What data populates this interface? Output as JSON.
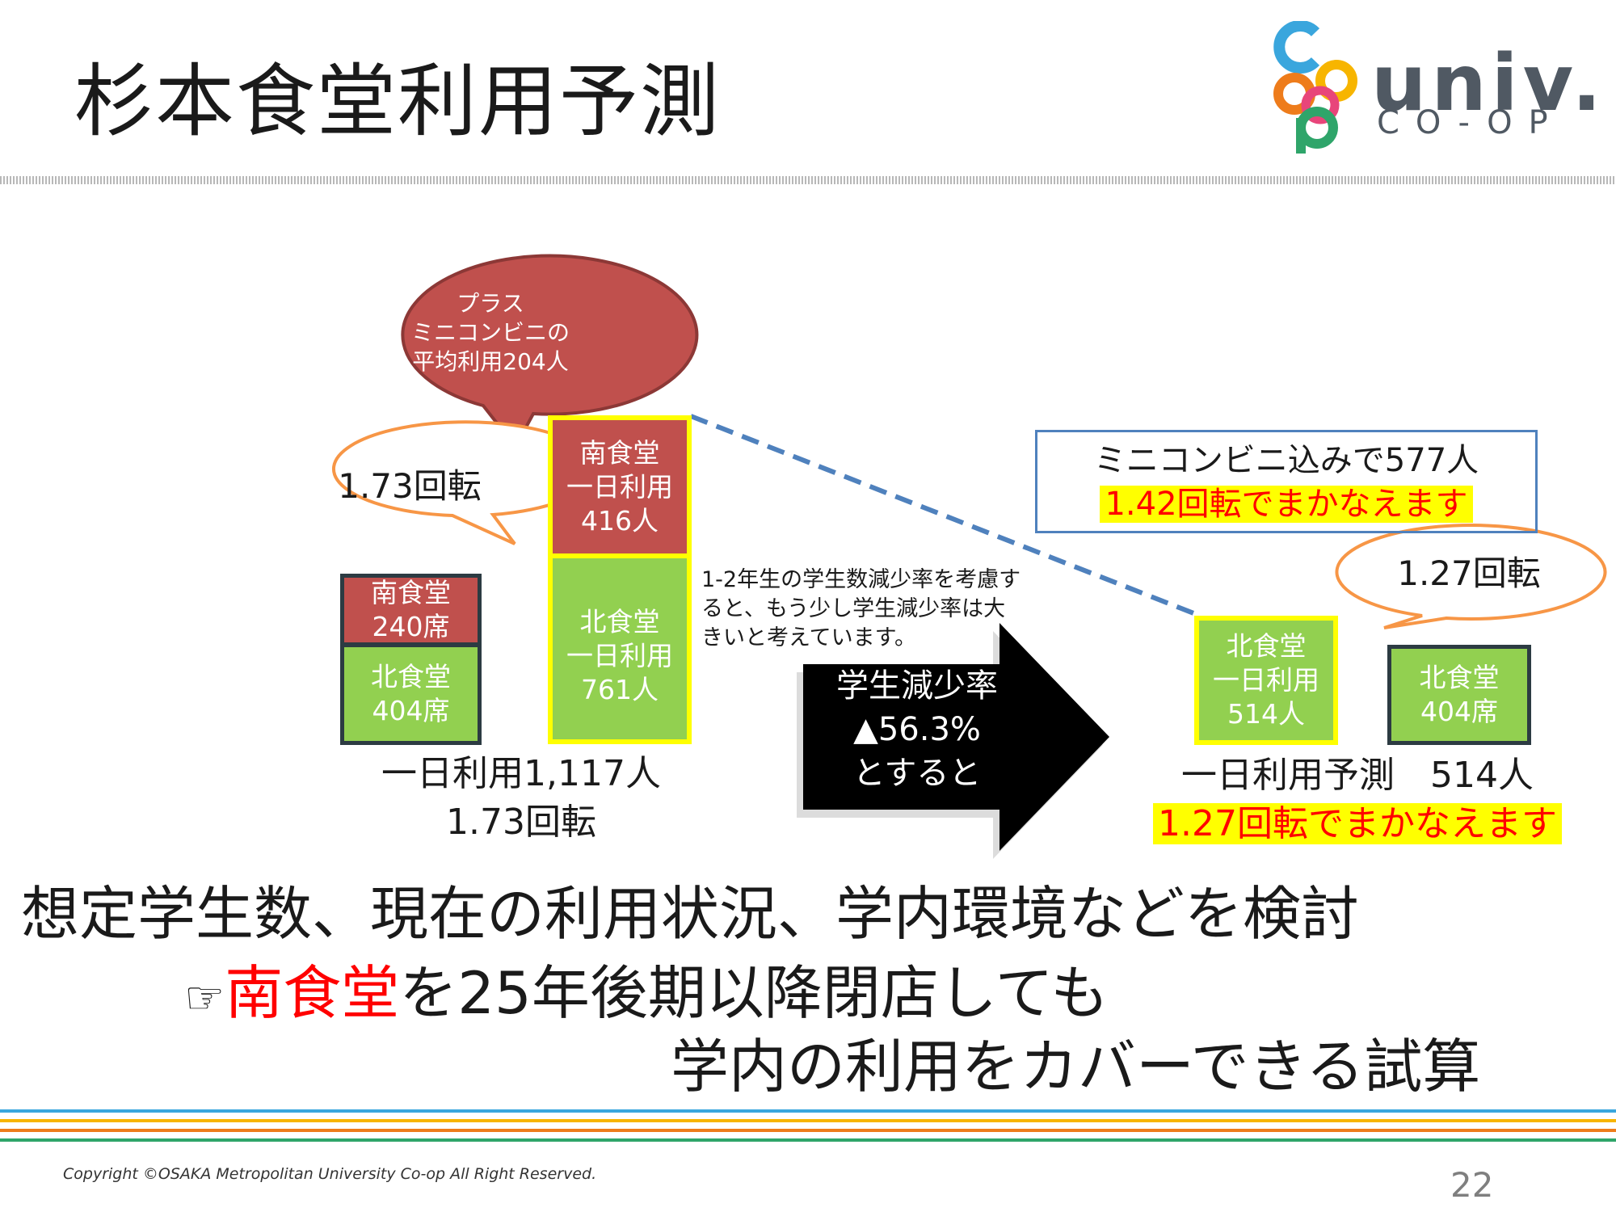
{
  "title": "杉本食堂利用予測",
  "logo": {
    "univ": "univ.",
    "coop": "CO-OP"
  },
  "callouts": {
    "plus_bubble": {
      "lines": [
        "プラス",
        "ミニコンビニの",
        "平均利用204人"
      ]
    },
    "left_rotation": "1.73回転",
    "right_rotation": "1.27回転"
  },
  "current": {
    "south_seats": {
      "name": "南食堂",
      "value": "240席"
    },
    "north_seats": {
      "name": "北食堂",
      "value": "404席"
    },
    "south_daily": {
      "name": "南食堂",
      "sub": "一日利用",
      "value": "416人"
    },
    "north_daily": {
      "name": "北食堂",
      "sub": "一日利用",
      "value": "761人"
    },
    "total_line1": "一日利用1,117人",
    "total_line2": "1.73回転"
  },
  "note": "1-2年生の学生数減少率を考慮すると、もう少し学生減少率は大きいと考えています。",
  "arrow": {
    "line1": "学生減少率",
    "line2": "▲56.3%",
    "line3": "とすると"
  },
  "forecast": {
    "box_line1": "ミニコンビニ込みで577人",
    "box_line2": "1.42回転でまかなえます",
    "north_daily": {
      "name": "北食堂",
      "sub": "一日利用",
      "value": "514人"
    },
    "north_seats": {
      "name": "北食堂",
      "value": "404席"
    },
    "total_line1": "一日利用予測　514人",
    "total_line2": "1.27回転でまかなえます"
  },
  "conclusion": {
    "line1": "想定学生数、現在の利用状況、学内環境などを検討",
    "pointer": "☞",
    "line2_red": "南食堂",
    "line2_rest": "を25年後期以降閉店しても",
    "line3": "学内の利用をカバーできる試算"
  },
  "colors": {
    "south": "#c0504d",
    "north": "#92d050",
    "highlight": "#ffff00",
    "accent_red": "#ff0000",
    "callout_outline": "#f79646",
    "dashed_line": "#4f81bd"
  },
  "footer": {
    "copyright": "Copyright ©OSAKA Metropolitan University Co-op All Right Reserved.",
    "page": "22"
  }
}
